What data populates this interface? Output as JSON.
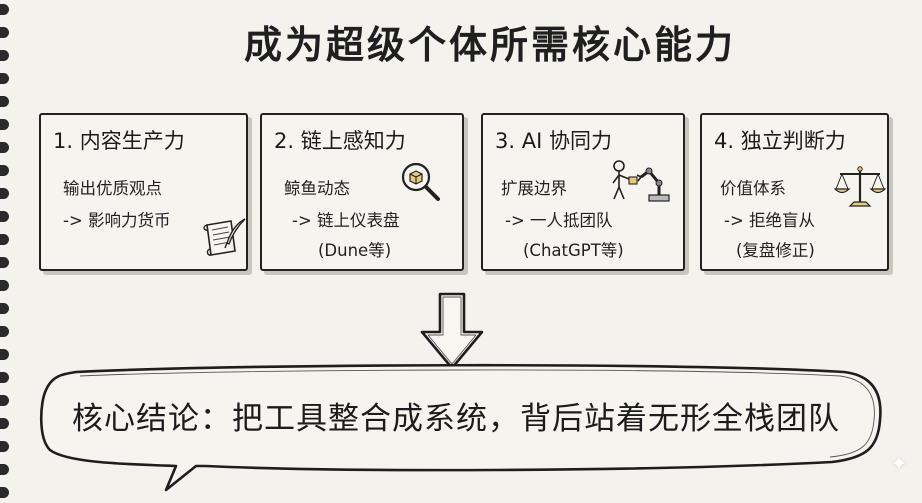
{
  "title": "成为超级个体所需核心能力",
  "cards": [
    {
      "heading": "1. 内容生产力",
      "line1": "输出优质观点",
      "line2": "-> 影响力货币",
      "line3": "",
      "icon": "scroll-quill-icon"
    },
    {
      "heading": "2. 链上感知力",
      "line1": "鲸鱼动态",
      "line2": "-> 链上仪表盘",
      "line3": "(Dune等)",
      "icon": "magnifier-cube-icon"
    },
    {
      "heading": "3. AI 协同力",
      "line1": "扩展边界",
      "line2": "-> 一人抵团队",
      "line3": "(ChatGPT等)",
      "icon": "person-robot-arm-icon"
    },
    {
      "heading": "4. 独立判断力",
      "line1": "价值体系",
      "line2": "-> 拒绝盲从",
      "line3": "(复盘修正)",
      "icon": "balance-scale-icon"
    }
  ],
  "conclusion": "核心结论：把工具整合成系统，背后站着无形全栈团队",
  "colors": {
    "paper": "#f4f2ed",
    "ink": "#1c1c1c",
    "shadow": "#c9c6bf"
  }
}
